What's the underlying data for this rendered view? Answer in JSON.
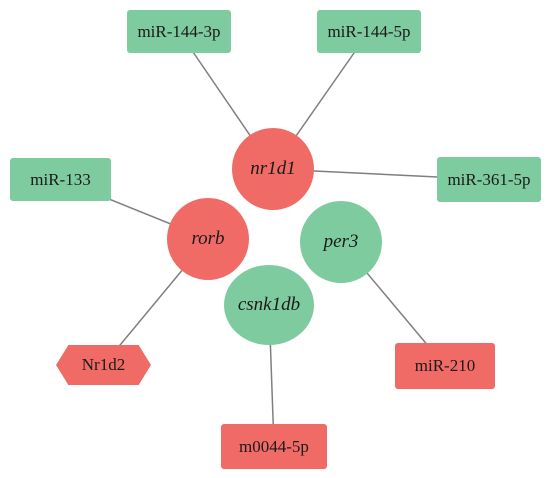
{
  "colors": {
    "green": "#7ecb9f",
    "red": "#f16b66",
    "edge": "#7f7f7f"
  },
  "nodes": {
    "mir_144_3p": {
      "label": "miR-144-3p",
      "color": "green"
    },
    "mir_144_5p": {
      "label": "miR-144-5p",
      "color": "green"
    },
    "mir_133": {
      "label": "miR-133",
      "color": "green"
    },
    "mir_361_5p": {
      "label": "miR-361-5p",
      "color": "green"
    },
    "nr1d1": {
      "label": "nr1d1",
      "color": "red"
    },
    "rorb": {
      "label": "rorb",
      "color": "red"
    },
    "per3": {
      "label": "per3",
      "color": "green"
    },
    "csnk1db": {
      "label": "csnk1db",
      "color": "green"
    },
    "nr1d2": {
      "label": "Nr1d2",
      "color": "red"
    },
    "mir_210": {
      "label": "miR-210",
      "color": "red"
    },
    "m0044_5p": {
      "label": "m0044-5p",
      "color": "red"
    }
  },
  "edges": [
    [
      "mir_144_3p",
      "nr1d1"
    ],
    [
      "mir_144_5p",
      "nr1d1"
    ],
    [
      "nr1d1",
      "mir_361_5p"
    ],
    [
      "mir_133",
      "rorb"
    ],
    [
      "rorb",
      "nr1d2"
    ],
    [
      "per3",
      "mir_210"
    ],
    [
      "csnk1db",
      "m0044_5p"
    ]
  ]
}
